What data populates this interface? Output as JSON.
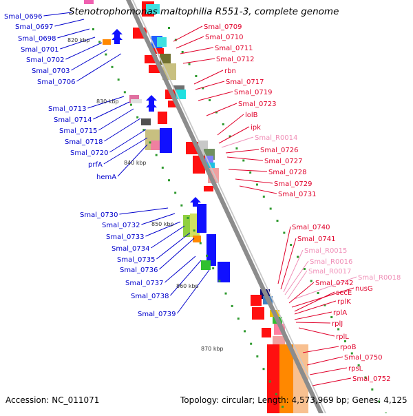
{
  "title": "Stenotrophomonas maltophilia R551-3, complete genome",
  "accession": "Accession: NC_011071",
  "topology": "Topology: circular; Length: 4,573,969 bp; Genes: 4,125",
  "colors": {
    "backbone": "#8c8c8c",
    "left_labels": "#0000cc",
    "right_labels": "#e0002a",
    "rna_labels": "#f090b8",
    "forward_genes": "#1010ff",
    "reverse_genes": "#ff1010",
    "rna_genes": "#ff8800",
    "kbp_dots": "#2f9a2f"
  },
  "scale_labels": [
    "820 kbp",
    "830 kbp",
    "840 kbp",
    "850 kbp",
    "860 kbp",
    "870 kbp"
  ],
  "left_genes": [
    "Smal_0696",
    "Smal_0697",
    "Smal_0698",
    "Smal_0701",
    "Smal_0702",
    "Smal_0703",
    "Smal_0706",
    "Smal_0713",
    "Smal_0714",
    "Smal_0715",
    "Smal_0718",
    "Smal_0720",
    "prfA",
    "hemA",
    "Smal_0730",
    "Smal_0732",
    "Smal_0733",
    "Smal_0734",
    "Smal_0735",
    "Smal_0736",
    "Smal_0737",
    "Smal_0738",
    "Smal_0739"
  ],
  "right_genes": [
    "Smal_0709",
    "Smal_0710",
    "Smal_0711",
    "Smal_0712",
    "rbn",
    "Smal_0717",
    "Smal_0719",
    "Smal_0723",
    "lolB",
    "ipk",
    "Smal_R0014",
    "Smal_0726",
    "Smal_0727",
    "Smal_0728",
    "Smal_0729",
    "Smal_0731",
    "Smal_0740",
    "Smal_0741",
    "Smal_R0015",
    "Smal_R0016",
    "Smal_R0017",
    "Smal_0742",
    "Smal_R0018",
    "nusG",
    "secE",
    "rplK",
    "rplA",
    "rplJ",
    "rplL",
    "rpoB",
    "Smal_0750",
    "rpsL",
    "Smal_0752"
  ]
}
